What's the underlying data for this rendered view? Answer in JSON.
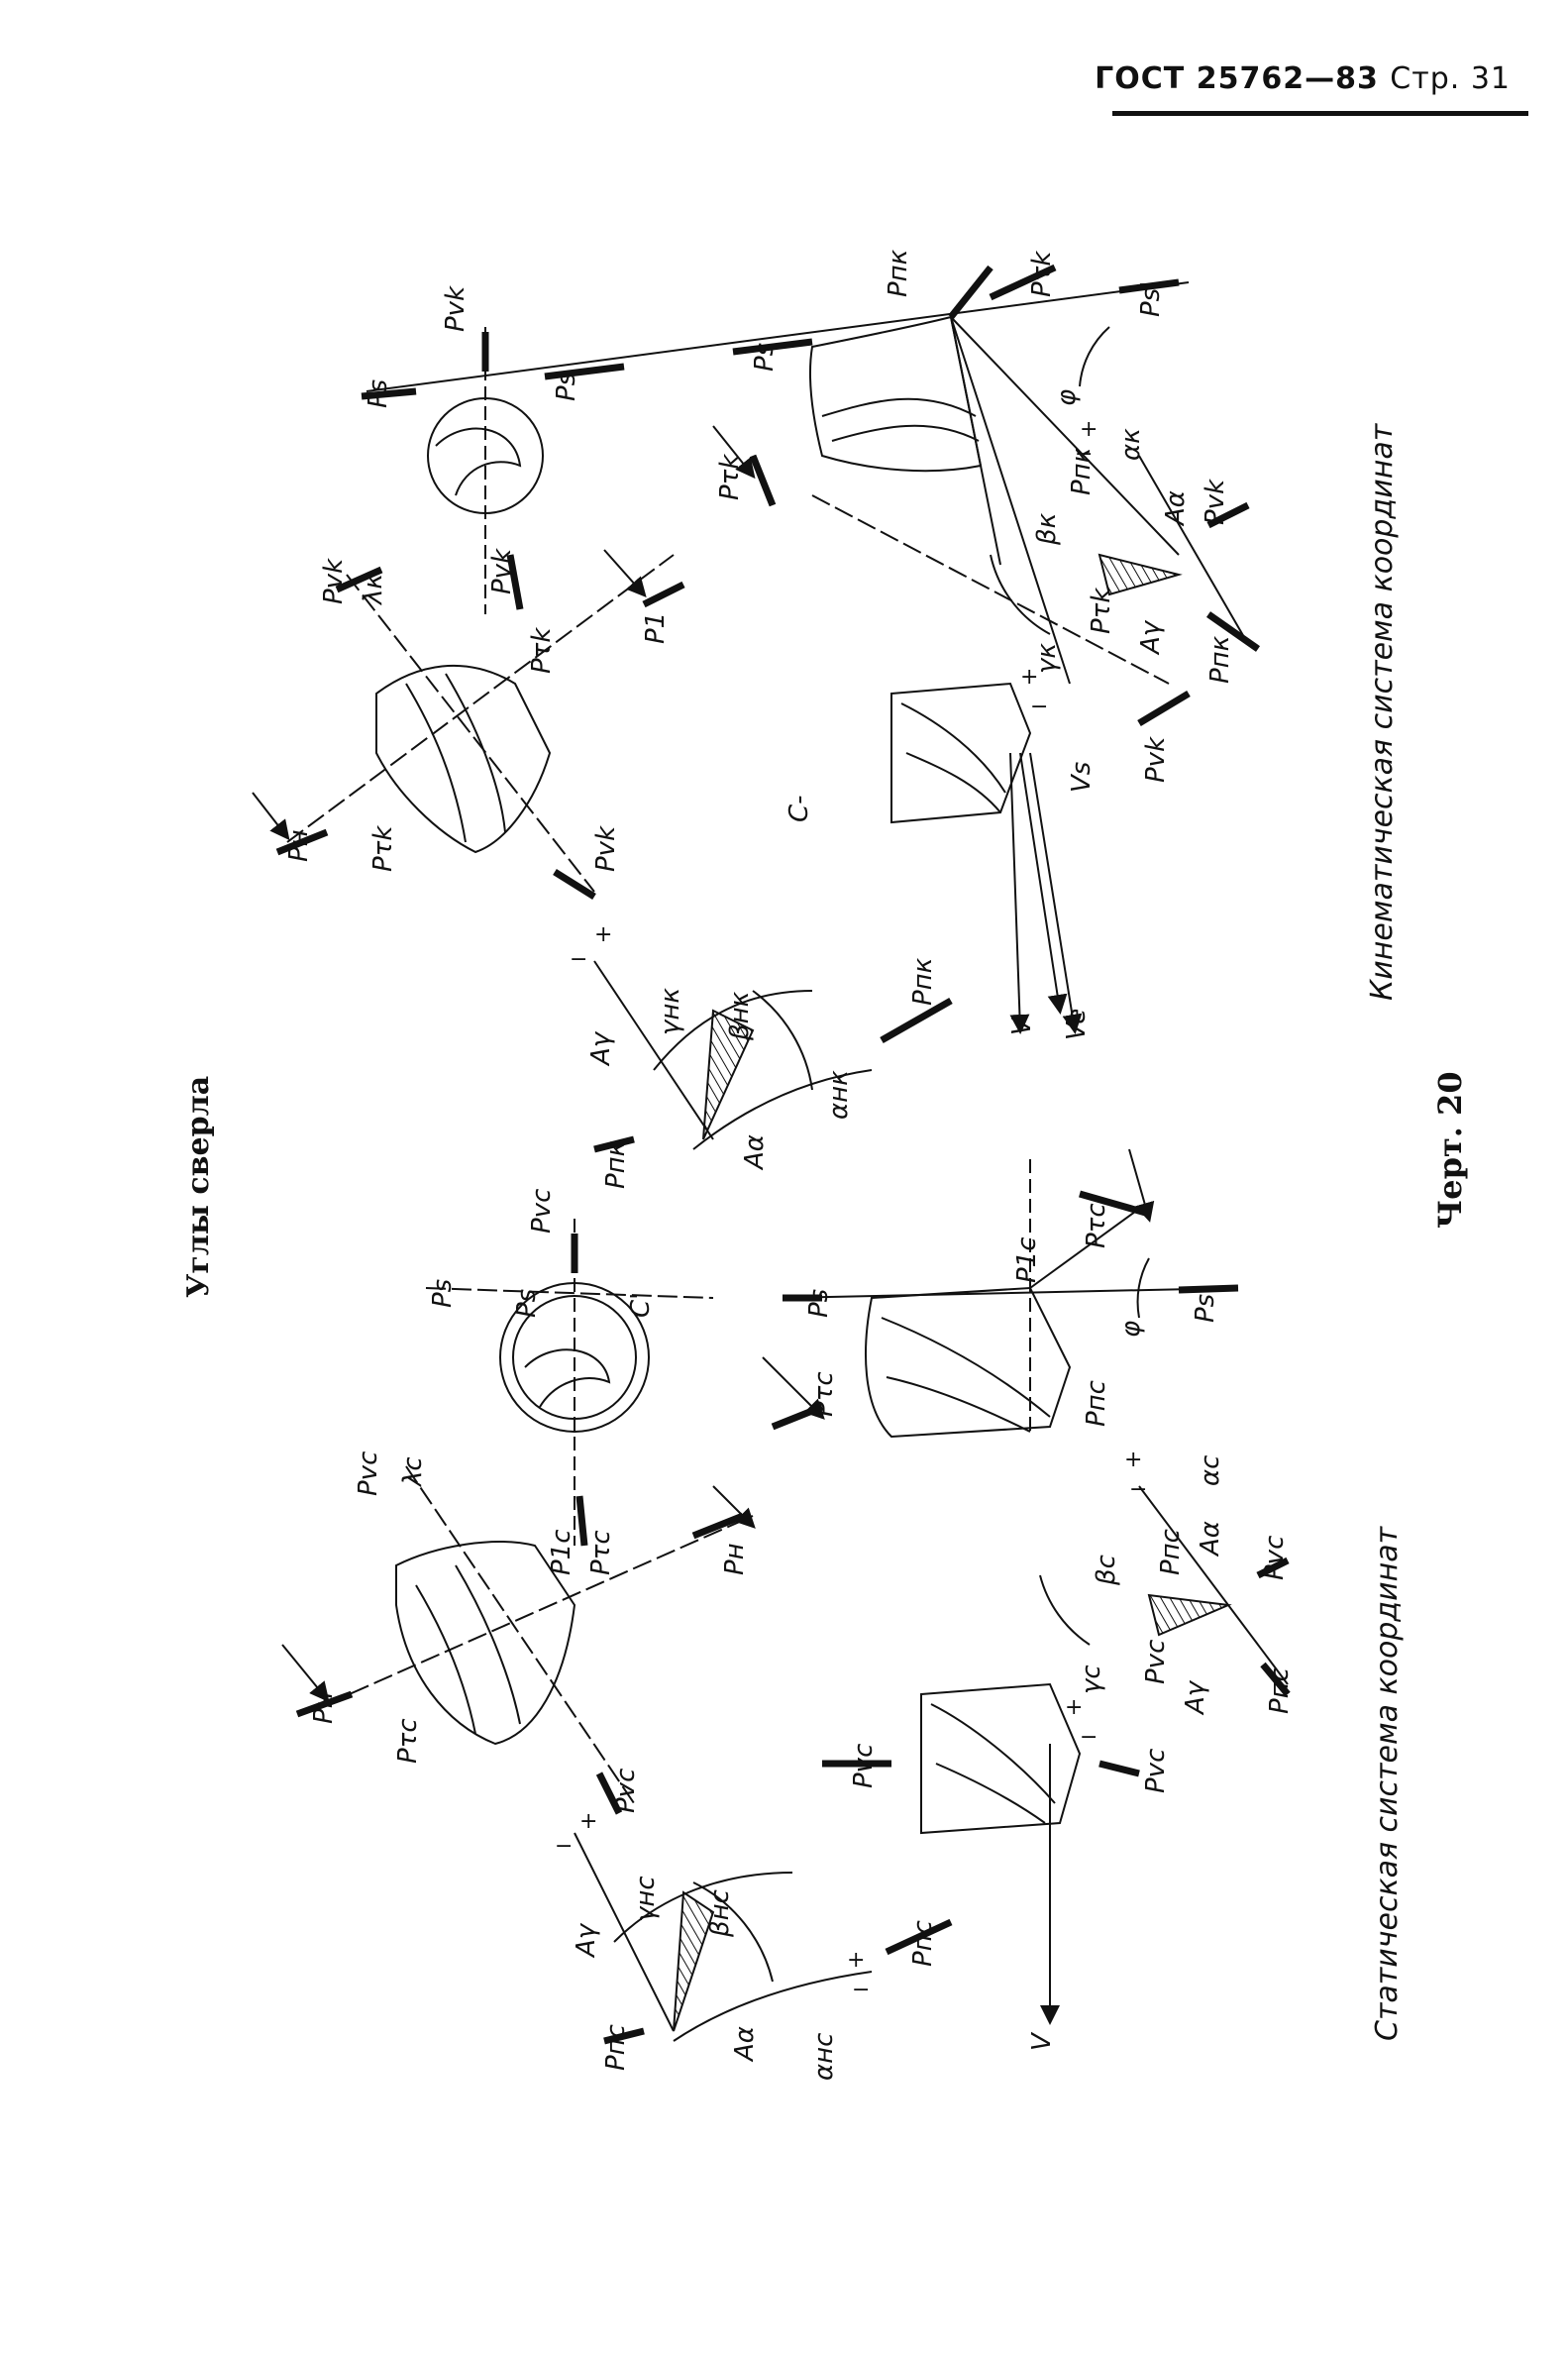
{
  "header": {
    "standard": "ГОСТ 25762—83",
    "page": "Стр. 31"
  },
  "title": "Углы сверла",
  "figure_number": "Черт. 20",
  "captions": {
    "kinematic": "Кинематическая система координат",
    "static": "Статическая система координат"
  },
  "kinematic_labels": {
    "p_vk": "Pvk",
    "p_s": "Ps",
    "p_s_prime": "Ps'",
    "p_tau_k": "Pτk",
    "p_1": "P1",
    "p_n": "Pн",
    "p_nk": "Pпк",
    "lambda_k": "λк",
    "alpha_k": "αк",
    "beta_k": "βк",
    "gamma_k": "γк",
    "phi": "φ",
    "a_alpha": "Aα",
    "a_gamma": "Aγ",
    "v_s": "Vs",
    "v_e": "Ve",
    "v": "V",
    "gamma_nk": "γнк",
    "beta_nk": "βнк",
    "alpha_nk": "αнк",
    "c_minus": "C-"
  },
  "static_labels": {
    "p_vc": "Pvc",
    "p_s": "Ps",
    "p_s_prime": "Ps'",
    "p_tau_c": "Pτc",
    "p_n": "Pн",
    "p_nc": "Pпс",
    "p_1c": "P1c",
    "lambda_c": "λc",
    "alpha_c": "αc",
    "beta_c": "βc",
    "gamma_c": "γc",
    "phi": "φ",
    "a_alpha": "Aα",
    "a_gamma": "Aγ",
    "v": "V",
    "gamma_nc": "γнс",
    "beta_nc": "βнс",
    "alpha_nc": "αнс",
    "c_prime": "C'"
  },
  "signs": {
    "plus": "+",
    "minus": "−"
  },
  "colors": {
    "ink": "#111111",
    "paper": "#ffffff"
  }
}
